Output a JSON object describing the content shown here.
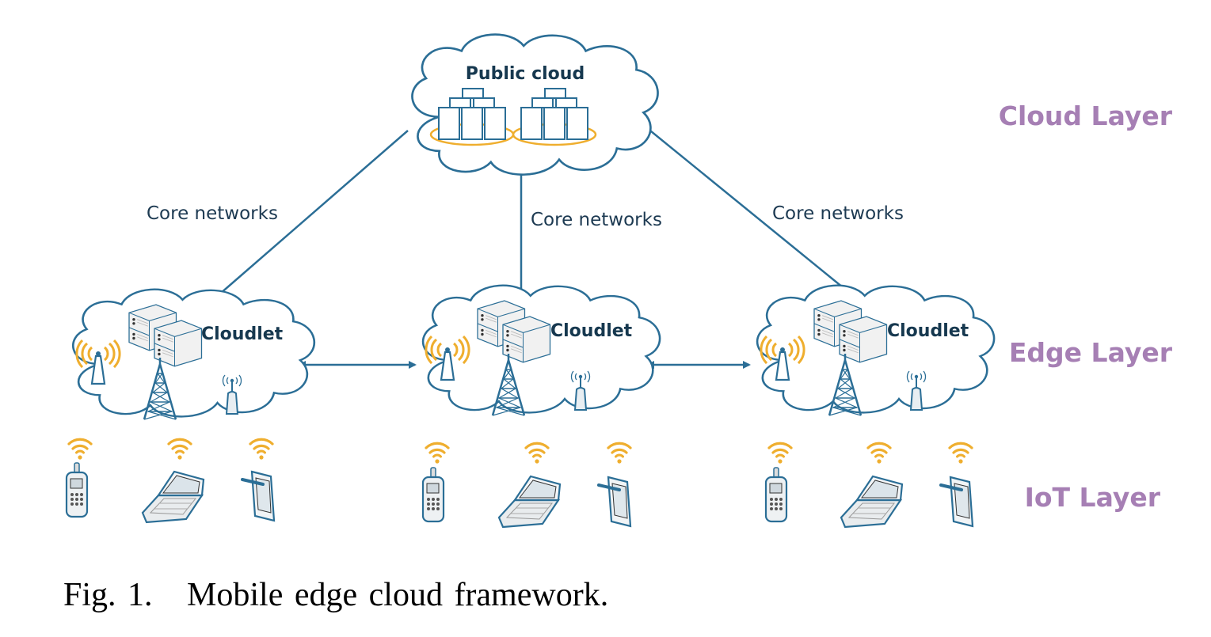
{
  "figure": {
    "caption": "Fig. 1.   Mobile edge cloud framework.",
    "colors": {
      "line": "#2b6e96",
      "wifi": "#efae2e",
      "layer_label": "#a67fb4",
      "text": "#16384f"
    }
  },
  "public_cloud": {
    "label": "Public cloud"
  },
  "links": {
    "left_label": "Core networks",
    "center_label": "Core networks",
    "right_label": "Core networks"
  },
  "cloudlets": [
    {
      "label": "Cloudlet"
    },
    {
      "label": "Cloudlet"
    },
    {
      "label": "Cloudlet"
    }
  ],
  "layers": {
    "cloud": "Cloud Layer",
    "edge": "Edge Layer",
    "iot": "IoT Layer"
  },
  "devices": [
    "mobile-phone",
    "laptop",
    "tablet"
  ]
}
